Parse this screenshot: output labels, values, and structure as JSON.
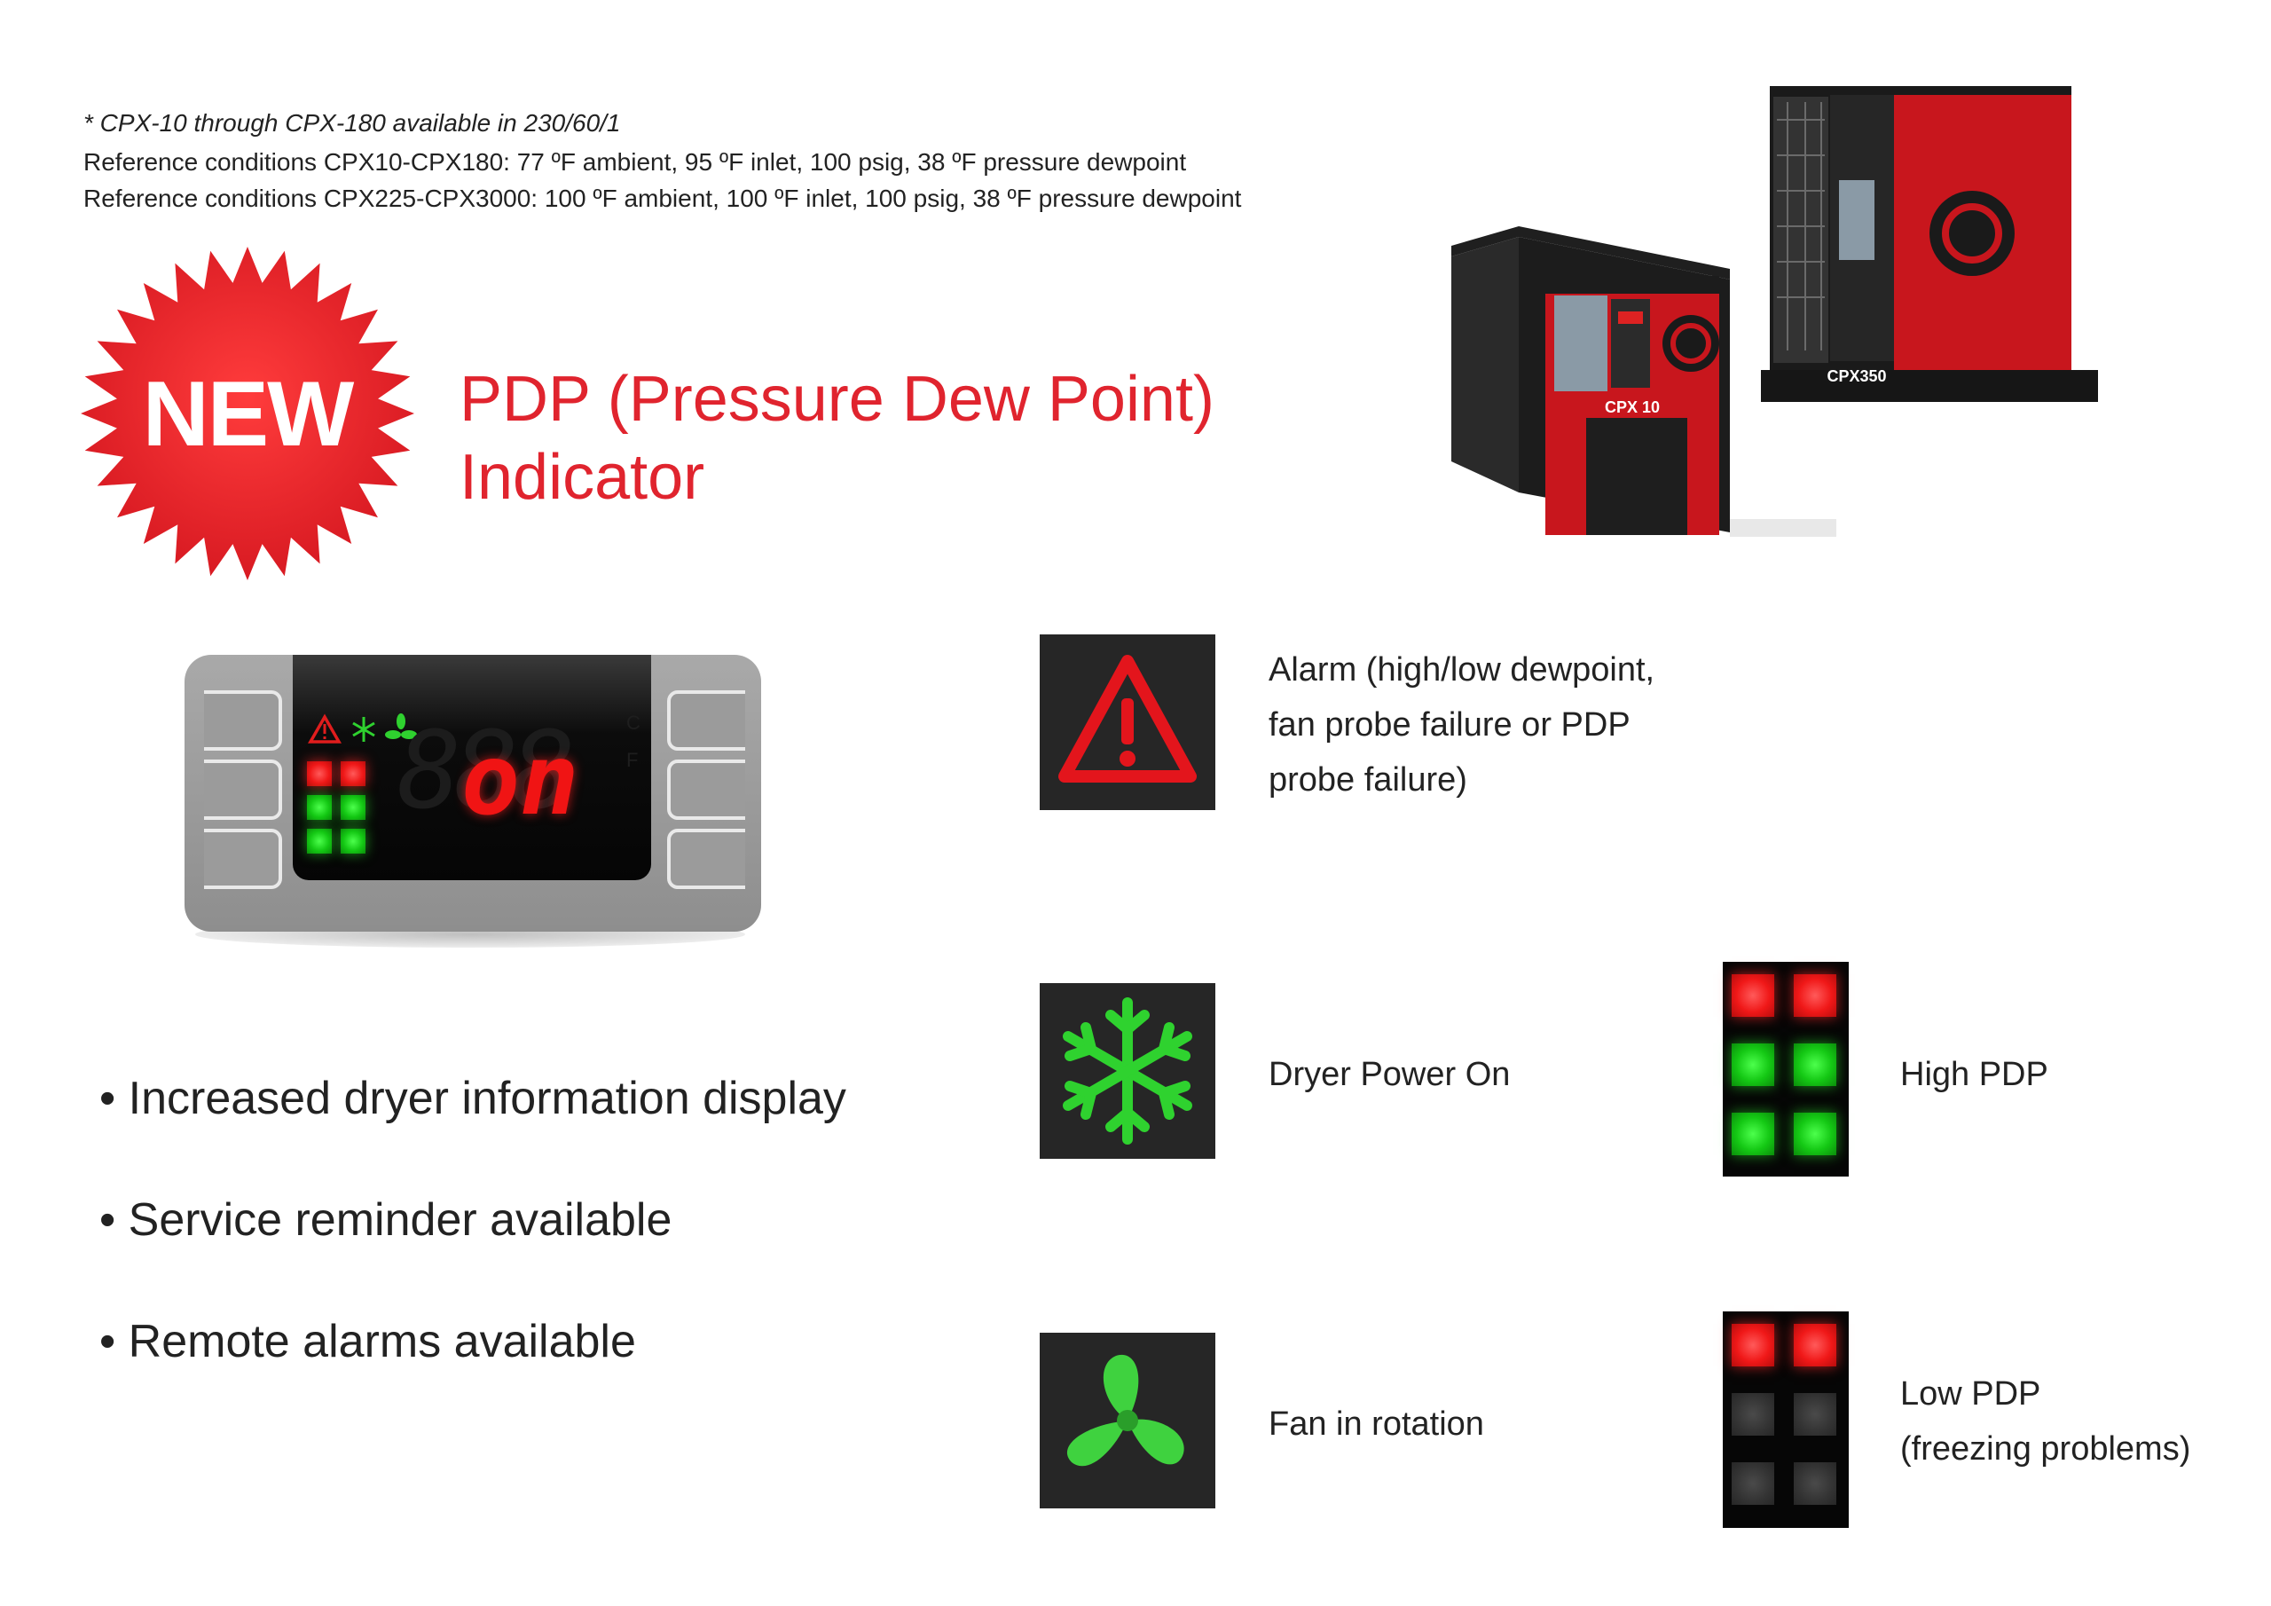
{
  "notes": {
    "availability": "* CPX-10 through CPX-180 available in 230/60/1",
    "ref_small": "Reference conditions CPX10-CPX180: 77 ºF ambient, 95 ºF inlet, 100 psig, 38 ºF pressure dewpoint",
    "ref_large": "Reference conditions CPX225-CPX3000: 100 ºF ambient, 100 ºF inlet, 100 psig, 38 ºF pressure dewpoint"
  },
  "badge": {
    "text": "NEW",
    "color": "#e6232b"
  },
  "title": {
    "line1": "PDP (Pressure Dew Point)",
    "line2": "Indicator",
    "color": "#e0242e"
  },
  "products": {
    "small_label": "CPX 10",
    "large_label": "CPX350",
    "body_color": "#c8161d"
  },
  "controller": {
    "display_text": "on",
    "unit_c": "C",
    "unit_f": "F",
    "icons": [
      "warning-icon",
      "snowflake-icon",
      "fan-icon"
    ]
  },
  "bullets": [
    "• Increased dryer information display",
    "• Service reminder available",
    "• Remote alarms available"
  ],
  "legend": {
    "alarm": {
      "icon": "warning-icon",
      "lines": [
        "Alarm (high/low dewpoint,",
        "fan probe failure or PDP",
        "probe failure)"
      ]
    },
    "power": {
      "icon": "snowflake-icon",
      "label": "Dryer Power On"
    },
    "fan": {
      "icon": "fan-icon",
      "label": "Fan in rotation"
    },
    "high_pdp": {
      "leds": [
        "red",
        "red",
        "green",
        "green",
        "green",
        "green"
      ],
      "label": "High PDP"
    },
    "low_pdp": {
      "leds": [
        "red",
        "red",
        "off",
        "off",
        "off",
        "off"
      ],
      "lines": [
        "Low PDP",
        "(freezing problems)"
      ]
    }
  }
}
